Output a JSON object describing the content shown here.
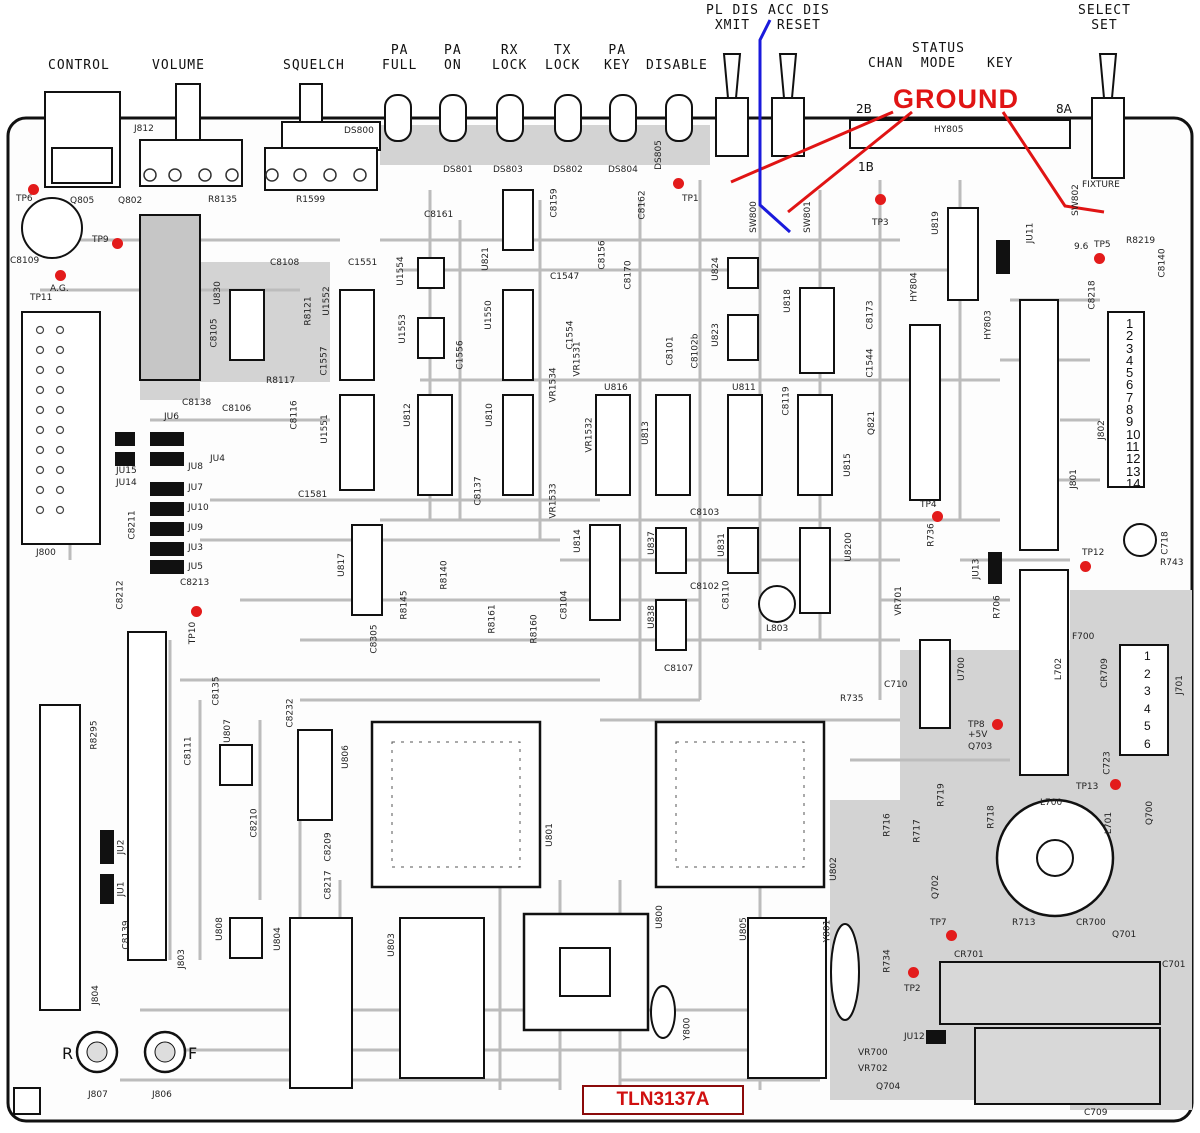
{
  "top_labels": [
    {
      "id": "control",
      "text": "CONTROL"
    },
    {
      "id": "volume",
      "text": "VOLUME"
    },
    {
      "id": "squelch",
      "text": "SQUELCH"
    },
    {
      "id": "pa-full",
      "text": "PA\nFULL"
    },
    {
      "id": "pa-on",
      "text": "PA\nON"
    },
    {
      "id": "rx-lock",
      "text": "RX\nLOCK"
    },
    {
      "id": "tx-lock",
      "text": "TX\nLOCK"
    },
    {
      "id": "pa-key",
      "text": "PA\nKEY"
    },
    {
      "id": "disable",
      "text": "DISABLE"
    },
    {
      "id": "pl-dis-xmit",
      "text": "PL DIS\nXMIT"
    },
    {
      "id": "acc-dis-reset",
      "text": "ACC DIS\nRESET"
    },
    {
      "id": "chan",
      "text": "CHAN"
    },
    {
      "id": "status-mode",
      "text": "STATUS\nMODE"
    },
    {
      "id": "key",
      "text": "KEY"
    },
    {
      "id": "select-set",
      "text": "SELECT\nSET"
    }
  ],
  "annotation": {
    "ground": "GROUND",
    "model": "TLN3137A"
  },
  "components": [
    "J812",
    "R8135",
    "R1599",
    "DS800",
    "DS801",
    "DS803",
    "DS802",
    "DS804",
    "DS805",
    "SW800",
    "SW801",
    "SW802",
    "HY805",
    "TP6",
    "TP9",
    "TP11",
    "TP1",
    "TP3",
    "TP5",
    "TP10",
    "TP4",
    "TP12",
    "TP8",
    "TP13",
    "TP7",
    "TP2",
    "Q805",
    "Q802",
    "C8109",
    "C8161",
    "C8159",
    "C8162",
    "C8156",
    "C8170",
    "C8108",
    "C1551",
    "U1554",
    "U1553",
    "U1552",
    "U821",
    "U1550",
    "C1547",
    "C1554",
    "C1556",
    "U824",
    "U818",
    "U823",
    "U819",
    "U811",
    "U816",
    "U813",
    "U812",
    "U810",
    "U815",
    "U1551",
    "C1557",
    "R8121",
    "U830",
    "C8105",
    "R8117",
    "C8106",
    "C8116",
    "C8138",
    "JU6",
    "JU4",
    "JU15",
    "JU14",
    "JU8",
    "JU7",
    "JU10",
    "JU9",
    "JU3",
    "JU5",
    "JU2",
    "JU1",
    "JU11",
    "JU12",
    "JU13",
    "J800",
    "J802",
    "J801",
    "J804",
    "J803",
    "J807",
    "J806",
    "J701",
    "HY803",
    "HY804",
    "C8211",
    "C8212",
    "C8213",
    "C8135",
    "C8111",
    "U807",
    "C8232",
    "U806",
    "C8210",
    "C8209",
    "C8217",
    "U804",
    "U803",
    "U808",
    "C8139",
    "R8295",
    "U817",
    "R8145",
    "R8140",
    "C8305",
    "R8161",
    "R8160",
    "C8104",
    "U814",
    "U837",
    "U838",
    "C8103",
    "C8102",
    "C8107",
    "U831",
    "C8110",
    "L803",
    "U8200",
    "VR1531",
    "VR1534",
    "VR1532",
    "VR1533",
    "C8101",
    "C8102b",
    "C8137",
    "C1581",
    "C8173",
    "C1544",
    "C8119",
    "Q821",
    "R736",
    "VR701",
    "R706",
    "F700",
    "L702",
    "C718",
    "R743",
    "CR709",
    "C723",
    "R735",
    "C710",
    "U700",
    "Q703",
    "R716",
    "R717",
    "R719",
    "R718",
    "L700",
    "L701",
    "Q700",
    "U801",
    "U802",
    "U800",
    "U805",
    "Y801",
    "Y800",
    "R734",
    "Q702",
    "R713",
    "CR700",
    "CR701",
    "Q701",
    "C701",
    "C709",
    "VR700",
    "VR702",
    "Q704",
    "R8219",
    "C8140",
    "C8218"
  ],
  "pin_labels": {
    "j802_pins": [
      "1",
      "2",
      "3",
      "4",
      "5",
      "6",
      "7",
      "8",
      "9",
      "10",
      "11",
      "12",
      "13",
      "14"
    ],
    "j701_pins": [
      "1",
      "2",
      "3",
      "4",
      "5",
      "6"
    ]
  },
  "misc_text": [
    "A.G.",
    "9.6",
    "+5V",
    "FIXTURE",
    "2B",
    "1B",
    "8A",
    "R",
    "F"
  ]
}
